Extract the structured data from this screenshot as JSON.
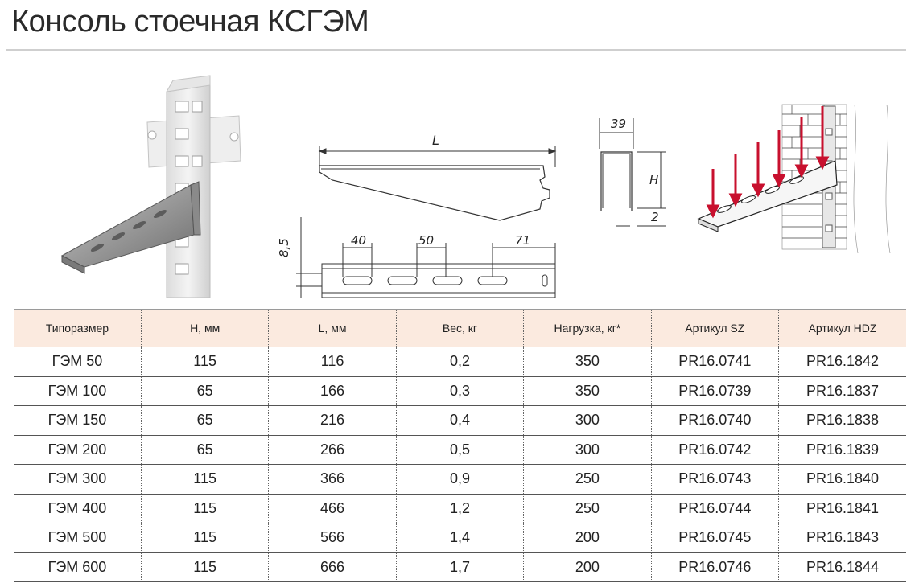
{
  "page": {
    "title": "Консоль стоечная КСГЭМ"
  },
  "drawings": {
    "side_view": {
      "dim_length": "L"
    },
    "top_view": {
      "dim_thickness": "8,5",
      "dim_slot_40": "40",
      "dim_slot_50": "50",
      "dim_end_71": "71"
    },
    "section_view": {
      "dim_width": "39",
      "dim_height": "H",
      "dim_flange": "2"
    }
  },
  "table": {
    "headers": [
      "Типоразмер",
      "H, мм",
      "L, мм",
      "Вес, кг",
      "Нагрузка, кг*",
      "Артикул SZ",
      "Артикул HDZ"
    ],
    "rows": [
      [
        "ГЭМ 50",
        "115",
        "116",
        "0,2",
        "350",
        "PR16.0741",
        "PR16.1842"
      ],
      [
        "ГЭМ 100",
        "65",
        "166",
        "0,3",
        "350",
        "PR16.0739",
        "PR16.1837"
      ],
      [
        "ГЭМ 150",
        "65",
        "216",
        "0,4",
        "300",
        "PR16.0740",
        "PR16.1838"
      ],
      [
        "ГЭМ 200",
        "65",
        "266",
        "0,5",
        "300",
        "PR16.0742",
        "PR16.1839"
      ],
      [
        "ГЭМ 300",
        "115",
        "366",
        "0,9",
        "250",
        "PR16.0743",
        "PR16.1840"
      ],
      [
        "ГЭМ 400",
        "115",
        "466",
        "1,2",
        "250",
        "PR16.0744",
        "PR16.1841"
      ],
      [
        "ГЭМ 500",
        "115",
        "566",
        "1,4",
        "200",
        "PR16.0745",
        "PR16.1843"
      ],
      [
        "ГЭМ 600",
        "115",
        "666",
        "1,7",
        "200",
        "PR16.0746",
        "PR16.1844"
      ]
    ]
  },
  "colors": {
    "header_bg": "#fbeadf",
    "arrow": "#c8102e"
  }
}
